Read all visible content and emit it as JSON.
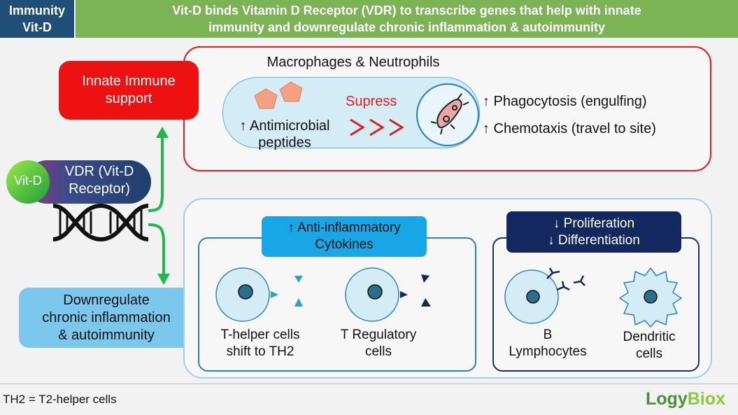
{
  "header": {
    "tag_line1": "Immunity",
    "tag_line2": "Vit-D",
    "title_line1": "Vit-D binds Vitamin D Receptor (VDR) to transcribe genes that help with innate",
    "title_line2": "immunity and downregulate chronic inflammation & autoimmunity"
  },
  "left": {
    "innate_line1": "Innate Immune",
    "innate_line2": "support",
    "vitd_ball": "Vit-D",
    "vdr_line1": "VDR (Vit-D",
    "vdr_line2": "Receptor)",
    "down_line1": "Downregulate",
    "down_line2": "chronic inflammation",
    "down_line3": "& autoimmunity"
  },
  "innate_panel": {
    "title": "Macrophages & Neutrophils",
    "peptides_line1": "↑ Antimicrobial",
    "peptides_line2": "peptides",
    "supress": "Supress",
    "effect1": "↑ Phagocytosis (engulfing)",
    "effect2": "↑ Chemotaxis (travel to site)"
  },
  "chronic_panel": {
    "anti_line1": "↑ Anti-inflammatory",
    "anti_line2": "Cytokines",
    "th_line1": "T-helper cells",
    "th_line2": "shift to TH2",
    "treg_line1": "T Regulatory",
    "treg_line2": "cells",
    "prolif_line1": "↓ Proliferation",
    "prolif_line2": "↓ Differentiation",
    "b_line1": "B",
    "b_line2": "Lymphocytes",
    "dend_line1": "Dendritic",
    "dend_line2": "cells"
  },
  "footer": {
    "note": "TH2 = T2-helper cells",
    "logo_a": "Logy",
    "logo_b": "Biox"
  },
  "colors": {
    "header_dark": "#1f4e79",
    "header_green": "#7bb355",
    "innate_red": "#ee1111",
    "light_blue": "#7cc7ec",
    "navy": "#13285e",
    "arrow_green": "#1fb84a"
  }
}
